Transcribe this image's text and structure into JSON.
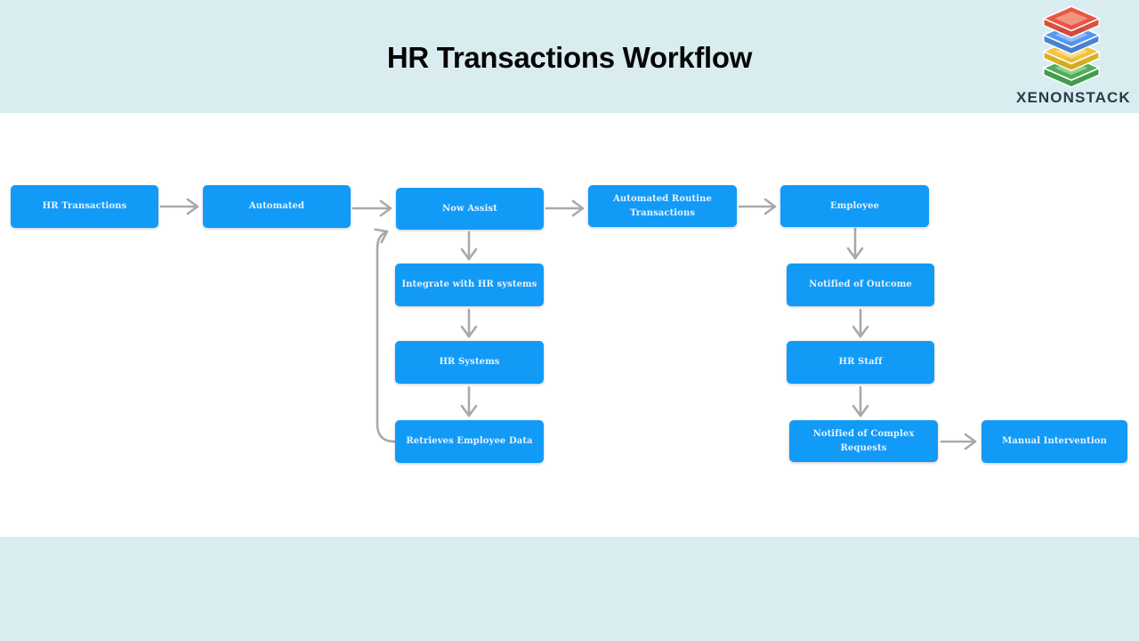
{
  "header": {
    "title": "HR Transactions Workflow",
    "logo": {
      "brand": "XENONSTACK",
      "icon": "layer-stack-icon"
    }
  },
  "theme": {
    "banner_bg": "#d9edf0",
    "canvas_bg": "#ffffff",
    "node_bg": "#129af7",
    "node_text_color": "#e4f2fd",
    "arrow_color": "#a9a9a9",
    "title_color": "#060606",
    "brand_text_color": "#2c3947",
    "logo_layer_colors": [
      "#ed503b",
      "#4a90f2",
      "#f5c02c",
      "#45a94d"
    ]
  },
  "diagram": {
    "nodes": [
      {
        "id": "hr-transactions",
        "label": "HR Transactions"
      },
      {
        "id": "automated",
        "label": "Automated"
      },
      {
        "id": "now-assist",
        "label": "Now Assist"
      },
      {
        "id": "automated-routine-transactions",
        "label": "Automated Routine Transactions"
      },
      {
        "id": "employee",
        "label": "Employee"
      },
      {
        "id": "integrate-with-hr-systems",
        "label": "Integrate with HR systems"
      },
      {
        "id": "hr-systems",
        "label": "HR Systems"
      },
      {
        "id": "retrieves-employee-data",
        "label": "Retrieves Employee Data"
      },
      {
        "id": "notified-of-outcome",
        "label": "Notified of Outcome"
      },
      {
        "id": "hr-staff",
        "label": "HR Staff"
      },
      {
        "id": "notified-of-complex-requests",
        "label": "Notified of Complex Requests"
      },
      {
        "id": "manual-intervention",
        "label": "Manual Intervention"
      }
    ],
    "edges": [
      {
        "from": "hr-transactions",
        "to": "automated"
      },
      {
        "from": "automated",
        "to": "now-assist"
      },
      {
        "from": "now-assist",
        "to": "automated-routine-transactions"
      },
      {
        "from": "automated-routine-transactions",
        "to": "employee"
      },
      {
        "from": "now-assist",
        "to": "integrate-with-hr-systems"
      },
      {
        "from": "integrate-with-hr-systems",
        "to": "hr-systems"
      },
      {
        "from": "hr-systems",
        "to": "retrieves-employee-data"
      },
      {
        "from": "retrieves-employee-data",
        "to": "now-assist",
        "style": "loop-back"
      },
      {
        "from": "employee",
        "to": "notified-of-outcome"
      },
      {
        "from": "notified-of-outcome",
        "to": "hr-staff"
      },
      {
        "from": "hr-staff",
        "to": "notified-of-complex-requests"
      },
      {
        "from": "notified-of-complex-requests",
        "to": "manual-intervention"
      }
    ]
  }
}
